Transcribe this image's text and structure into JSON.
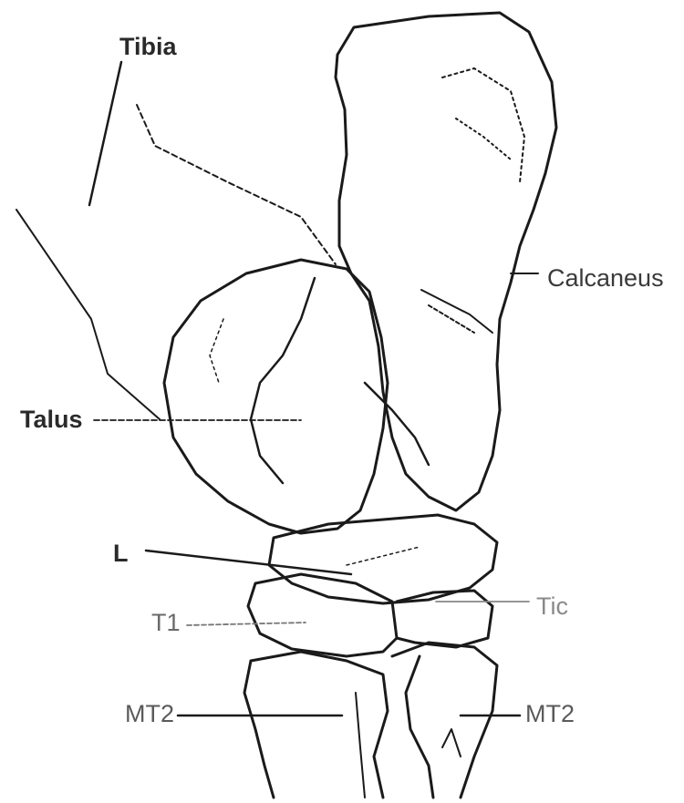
{
  "labels": {
    "tibia": "Tibia",
    "calcaneus": "Calcaneus",
    "talus": "Talus",
    "l": "L",
    "t1": "T1",
    "tic": "Tic",
    "mt_left": "MT2",
    "mt_right": "MT2"
  },
  "colors": {
    "ink": "#1a1a1a",
    "background": "#ffffff"
  }
}
